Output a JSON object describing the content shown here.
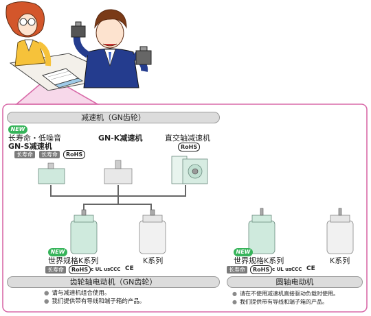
{
  "gearhead_section": {
    "title": "减速机（GN齿轮）",
    "gns": {
      "new_badge": "NEW",
      "line1": "长寿命・低噪音",
      "line2": "GN-S减速机",
      "badges": [
        "长寿命",
        "长寿命",
        "RoHS"
      ]
    },
    "gnk": {
      "label": "GN-K减速机"
    },
    "rightangle": {
      "label": "直交轴减速机",
      "rohs": "RoHS"
    }
  },
  "gear_shaft_motors": {
    "title": "齿轮轴电动机（GN齿轮）",
    "world_k": {
      "new_badge": "NEW",
      "label": "世界规格K系列",
      "badges": [
        "长寿命",
        "RoHS"
      ],
      "marks": [
        "c UL us",
        "CCC",
        "CE"
      ]
    },
    "k_series": {
      "label": "K系列"
    },
    "notes": [
      "请与减速机组合使用。",
      "我们提供带有导线和端子箱的产品。"
    ]
  },
  "round_shaft_motors": {
    "title": "圆轴电动机",
    "world_k": {
      "new_badge": "NEW",
      "label": "世界规格K系列",
      "badges": [
        "长寿命",
        "RoHS"
      ],
      "marks": [
        "c UL us",
        "CCC",
        "CE"
      ]
    },
    "k_series": {
      "label": "K系列"
    },
    "notes": [
      "请在不使用减速机直接驱动负载时使用。",
      "我们提供带有导线和端子箱的产品。"
    ]
  }
}
